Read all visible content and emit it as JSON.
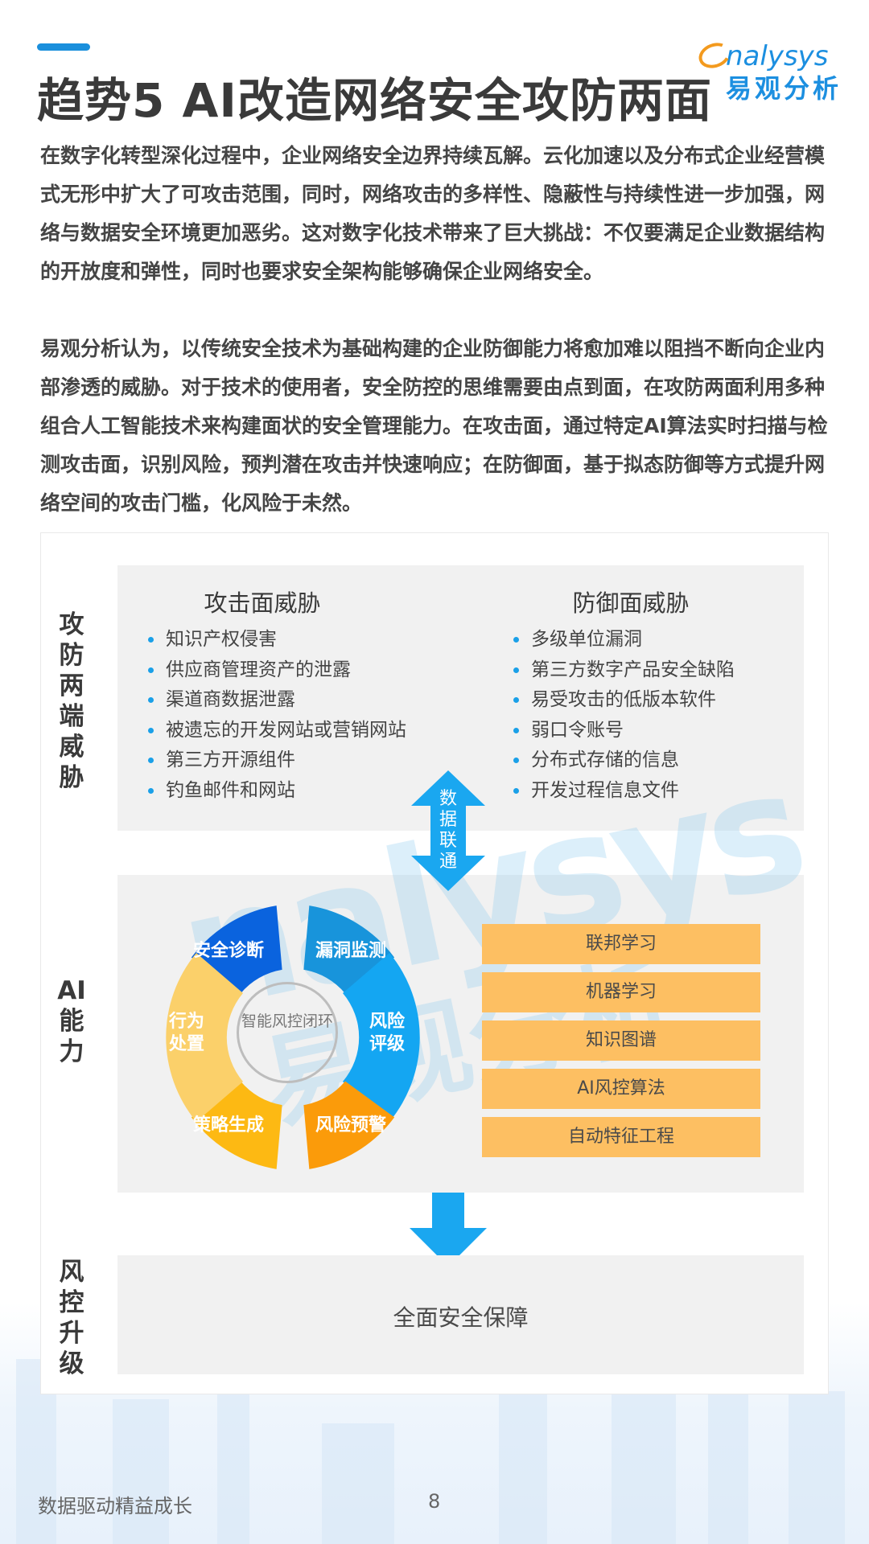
{
  "header": {
    "title": "趋势5 AI改造网络安全攻防两面",
    "logo_en": "nalysys",
    "logo_cn": "易观分析",
    "accent_color": "#1a8fdc"
  },
  "body": {
    "paragraph_1": "在数字化转型深化过程中，企业网络安全边界持续瓦解。云化加速以及分布式企业经营模式无形中扩大了可攻击范围，同时，网络攻击的多样性、隐蔽性与持续性进一步加强，网络与数据安全环境更加恶劣。这对数字化技术带来了巨大挑战：不仅要满足企业数据结构的开放度和弹性，同时也要求安全架构能够确保企业网络安全。",
    "paragraph_2": "易观分析认为，以传统安全技术为基础构建的企业防御能力将愈加难以阻挡不断向企业内部渗透的威胁。对于技术的使用者，安全防控的思维需要由点到面，在攻防两面利用多种组合人工智能技术来构建面状的安全管理能力。在攻击面，通过特定AI算法实时扫描与检测攻击面，识别风险，预判潜在攻击并快速响应；在防御面，基于拟态防御等方式提升网络空间的攻击门槛，化风险于未然。"
  },
  "diagram": {
    "section_1": {
      "side_label": "攻防两端威胁",
      "attack": {
        "title": "攻击面威胁",
        "items": [
          "知识产权侵害",
          "供应商管理资产的泄露",
          "渠道商数据泄露",
          "被遗忘的开发网站或营销网站",
          "第三方开源组件",
          "钓鱼邮件和网站"
        ]
      },
      "defense": {
        "title": "防御面威胁",
        "items": [
          "多级单位漏洞",
          "第三方数字产品安全缺陷",
          "易受攻击的低版本软件",
          "弱口令账号",
          "分布式存储的信息",
          "开发过程信息文件"
        ]
      }
    },
    "sync_arrow_label": "数据联通",
    "section_2": {
      "side_label": "AI能力",
      "wheel_center": "智能风控闭环",
      "wheel_segments": [
        {
          "label": "安全诊断",
          "color": "#0a63de"
        },
        {
          "label": "漏洞监测",
          "color": "#1894db"
        },
        {
          "label": "风险评级",
          "color": "#14a6f2"
        },
        {
          "label": "风险预警",
          "color": "#fb9b0a"
        },
        {
          "label": "策略生成",
          "color": "#fdb913"
        },
        {
          "label": "行为处置",
          "color": "#fbd06a"
        }
      ],
      "technologies": [
        "联邦学习",
        "机器学习",
        "知识图谱",
        "AI风控算法",
        "自动特征工程"
      ]
    },
    "section_3": {
      "side_label": "风控升级",
      "result": "全面安全保障"
    },
    "arrow_color": "#1aa7f0",
    "tech_box_color": "#fdbf62"
  },
  "footer": {
    "slogan": "数据驱动精益成长",
    "page_number": "8"
  }
}
